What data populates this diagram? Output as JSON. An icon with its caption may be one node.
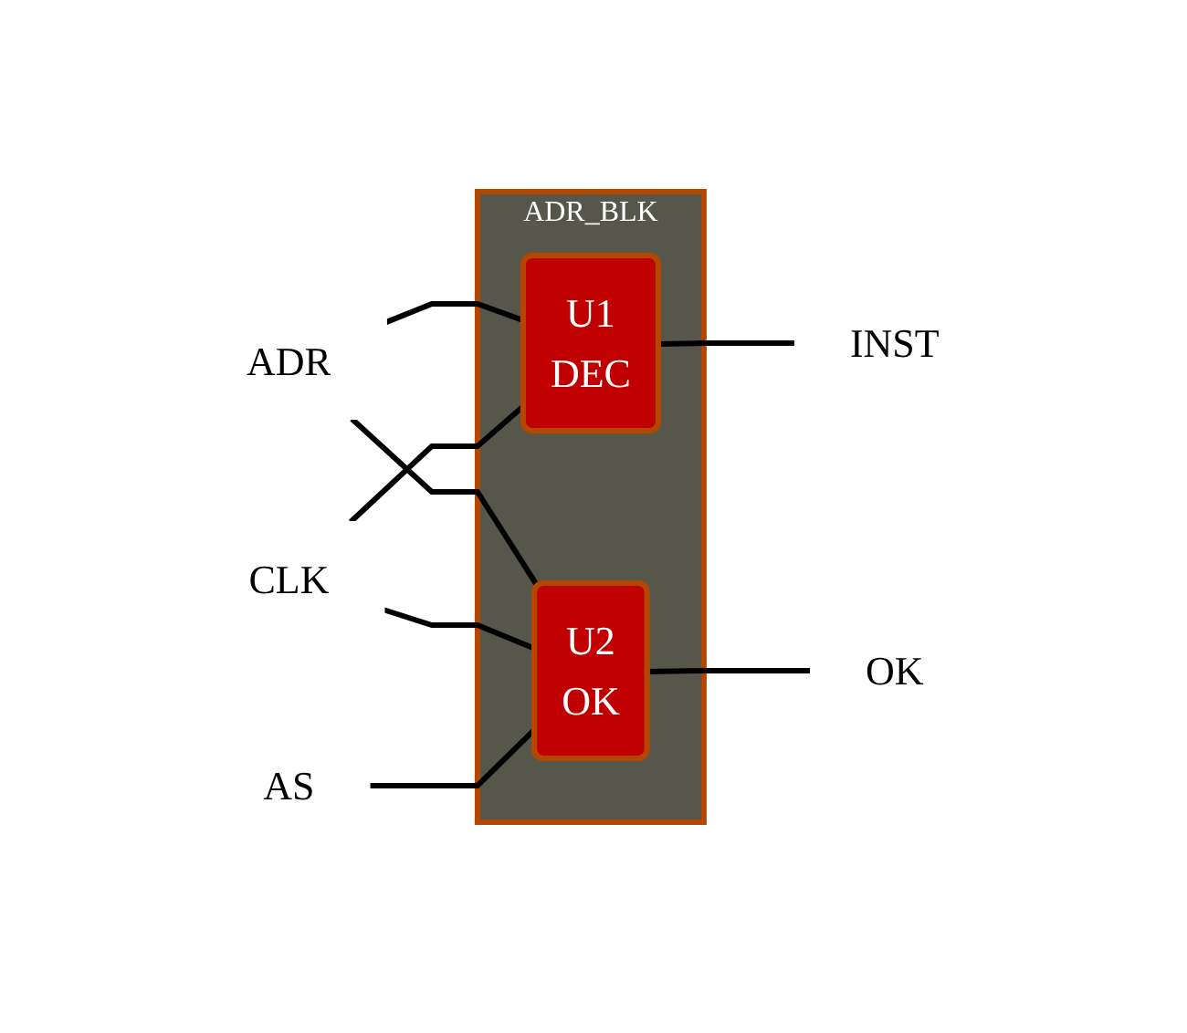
{
  "diagram": {
    "nodes": [
      {
        "text": [
          "ADR_BLK"
        ]
      },
      {
        "text": [
          "U1",
          "DEC"
        ],
        "in": 0
      },
      {
        "text": [
          "U2",
          "OK"
        ],
        "in": 0
      },
      {
        "text": [
          "ADR"
        ]
      },
      {
        "text": [
          "CLK"
        ]
      },
      {
        "text": [
          "AS"
        ]
      },
      {
        "text": [
          "INST"
        ]
      },
      {
        "text": [
          "OK"
        ]
      }
    ],
    "edges": [
      {
        "from": 3,
        "to": 1,
        "arrow": "none"
      },
      {
        "from": 4,
        "to": 1,
        "arrow": "none"
      },
      {
        "from": 3,
        "to": 2,
        "arrow": "none"
      },
      {
        "from": 4,
        "to": 2,
        "arrow": "none"
      },
      {
        "from": 5,
        "to": 2,
        "arrow": "none"
      },
      {
        "from": 1,
        "to": 6,
        "arrow": "none"
      },
      {
        "from": 2,
        "to": 7,
        "arrow": "none"
      }
    ]
  }
}
